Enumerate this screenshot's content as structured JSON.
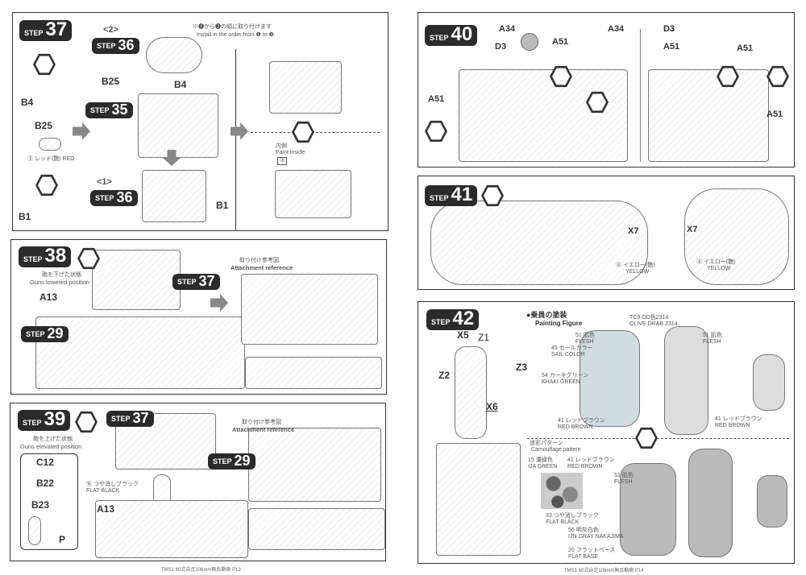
{
  "step37": {
    "step": "STEP",
    "num": "37",
    "sub2": "<2>",
    "sub1": "<1>",
    "s36a": "36",
    "s35": "35",
    "s36b": "36",
    "note_jp": "※❶から❷の順に取り付けます",
    "note_en": "Install in the order from ❶ to ❷.",
    "parts": [
      "B4",
      "B25",
      "B1",
      "B25",
      "B4",
      "B1"
    ],
    "paint": "③ レッド(艶) RED",
    "inside_jp": "内側",
    "inside_en": "Paint inside",
    "inside_code": "③"
  },
  "step38": {
    "num": "38",
    "jp": "砲を下げた状態",
    "en": "Guns lowered position",
    "part": "A13",
    "s37": "37",
    "s29": "29",
    "ref_jp": "取り付け参考図",
    "ref_en": "Attachment reference"
  },
  "step39": {
    "num": "39",
    "jp": "砲を上げた状態",
    "en": "Guns elevated position",
    "parts": [
      "C12",
      "B22",
      "B23",
      "P",
      "A13"
    ],
    "s37": "37",
    "s29": "29",
    "paint": "⑯ つや消しブラック FLAT BLACK",
    "ref_jp": "取り付け参考図",
    "ref_en": "Attachment reference"
  },
  "step40": {
    "num": "40",
    "parts": [
      "A34",
      "D3",
      "A51",
      "A51",
      "A34",
      "D3",
      "A51",
      "A51"
    ]
  },
  "step41": {
    "num": "41",
    "parts": [
      "X7",
      "X7"
    ],
    "paint1_jp": "④ イエロー(艶)",
    "paint1_en": "YELLOW",
    "paint2_jp": "④ イエロー(艶)",
    "paint2_en": "YELLOW"
  },
  "step42": {
    "num": "42",
    "title_jp": "●乗員の塗装",
    "title_en": "Painting Figure",
    "parts": [
      "X5",
      "Z1",
      "Z2",
      "Z3",
      "X6"
    ],
    "paints": [
      {
        "code": "TC9",
        "jp": "OD色2314",
        "en": "OLIVE DRAB 2314"
      },
      {
        "code": "51",
        "jp": "肌色",
        "en": "FLESH"
      },
      {
        "code": "45",
        "jp": "セールカラー",
        "en": "SAIL COLOR"
      },
      {
        "code": "54",
        "jp": "カーキグリーン",
        "en": "KHAKI GREEN"
      },
      {
        "code": "41",
        "jp": "レッドブラウン",
        "en": "RED BROWN"
      },
      {
        "code": "51",
        "jp": "肌色",
        "en": "FLESH"
      },
      {
        "code": "41",
        "jp": "レッドブラウン",
        "en": "RED BROWN"
      }
    ],
    "camo_jp": "迷彩パターン",
    "camo_en": "Camouflage pattern",
    "camo": [
      {
        "code": "15",
        "jp": "濃緑色",
        "en": "IJA GREEN"
      },
      {
        "code": "41",
        "jp": "レッドブラウン",
        "en": "RED BROWN"
      },
      {
        "code": "33",
        "jp": "つや消しブラック",
        "en": "FLAT BLACK"
      },
      {
        "code": "56",
        "jp": "明灰白色",
        "en": "IJN GRAY NAKAJIMA"
      },
      {
        "code": "20",
        "jp": "フラットベース",
        "en": "FLAT BASE"
      },
      {
        "code": "51",
        "jp": "肌色",
        "en": "FLESH"
      }
    ]
  },
  "footer": {
    "left": "TMS1 60式自走106mm無反動砲 P13",
    "right": "TMS1 60式自走106mm無反動砲 P14"
  }
}
